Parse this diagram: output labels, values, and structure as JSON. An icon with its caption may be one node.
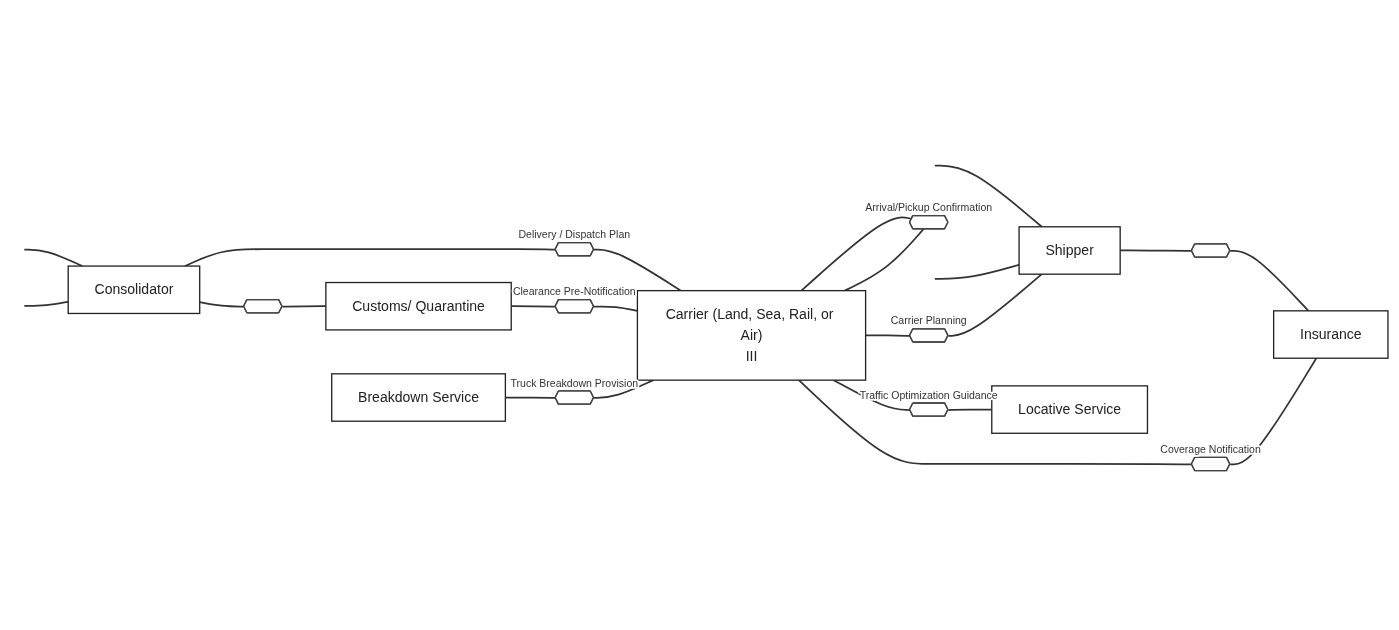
{
  "diagram": {
    "nodes": [
      {
        "text": [
          "Consolidator"
        ]
      },
      {
        "text": [],
        "shape": "hexagon",
        "beside": [
          "Delivery / Dispatch Plan"
        ]
      },
      {
        "text": [
          "Carrier (Land, Sea, Rail, or Air)",
          "III"
        ]
      },
      {
        "text": [],
        "shape": "hexagon",
        "beside": [
          "Carrier Planning"
        ]
      },
      {
        "text": [
          "Shipper"
        ]
      },
      {
        "text": [],
        "shape": "hexagon"
      },
      {
        "text": [],
        "shape": "hexagon"
      },
      {
        "text": [
          "Customs/ Quarantine"
        ]
      },
      {
        "text": [],
        "shape": "hexagon",
        "beside": [
          "Clearance Pre-Notification"
        ]
      },
      {
        "text": [],
        "shape": "hexagon",
        "beside": [
          "Coverage Notification"
        ]
      },
      {
        "text": [
          "Insurance"
        ]
      },
      {
        "text": [
          "Breakdown Service"
        ]
      },
      {
        "text": [
          "Locative Service"
        ]
      },
      {
        "text": [],
        "shape": "hexagon",
        "beside": [
          "Truck Breakdown Provision"
        ]
      },
      {
        "text": [],
        "shape": "hexagon",
        "beside": [
          "Arrival/Pickup Confirmation"
        ]
      },
      {
        "text": [],
        "shape": "hexagon",
        "beside": [
          "Traffic Optimization Guidance"
        ]
      }
    ],
    "edges": [
      {
        "from": null,
        "to": 0,
        "arrow": "none"
      },
      {
        "from": null,
        "to": 0,
        "arrow": "none"
      },
      {
        "from": null,
        "to": 4,
        "arrow": "none"
      },
      {
        "from": null,
        "to": 4,
        "arrow": "none"
      },
      {
        "from": 0,
        "to": 1,
        "arrow": "none"
      },
      {
        "from": 1,
        "to": 2,
        "arrow": "none"
      },
      {
        "from": 2,
        "to": 3,
        "arrow": "none"
      },
      {
        "from": 3,
        "to": 4,
        "arrow": "none"
      },
      {
        "from": 0,
        "to": 5,
        "arrow": "none"
      },
      {
        "from": 5,
        "to": 7,
        "arrow": "none"
      },
      {
        "from": 4,
        "to": 6,
        "arrow": "none"
      },
      {
        "from": 6,
        "to": 10,
        "arrow": "none"
      },
      {
        "from": 7,
        "to": 8,
        "arrow": "none"
      },
      {
        "from": 8,
        "to": 2,
        "arrow": "none"
      },
      {
        "from": 2,
        "to": 9,
        "arrow": "none"
      },
      {
        "from": 9,
        "to": 10,
        "arrow": "none"
      },
      {
        "from": 11,
        "to": 13,
        "arrow": "none"
      },
      {
        "from": 13,
        "to": 2,
        "arrow": "none"
      },
      {
        "from": 2,
        "to": 14,
        "arrow": "none"
      },
      {
        "from": 14,
        "to": 2,
        "arrow": "none"
      },
      {
        "from": 2,
        "to": 15,
        "arrow": "none"
      },
      {
        "from": 15,
        "to": 12,
        "arrow": "none"
      }
    ]
  }
}
